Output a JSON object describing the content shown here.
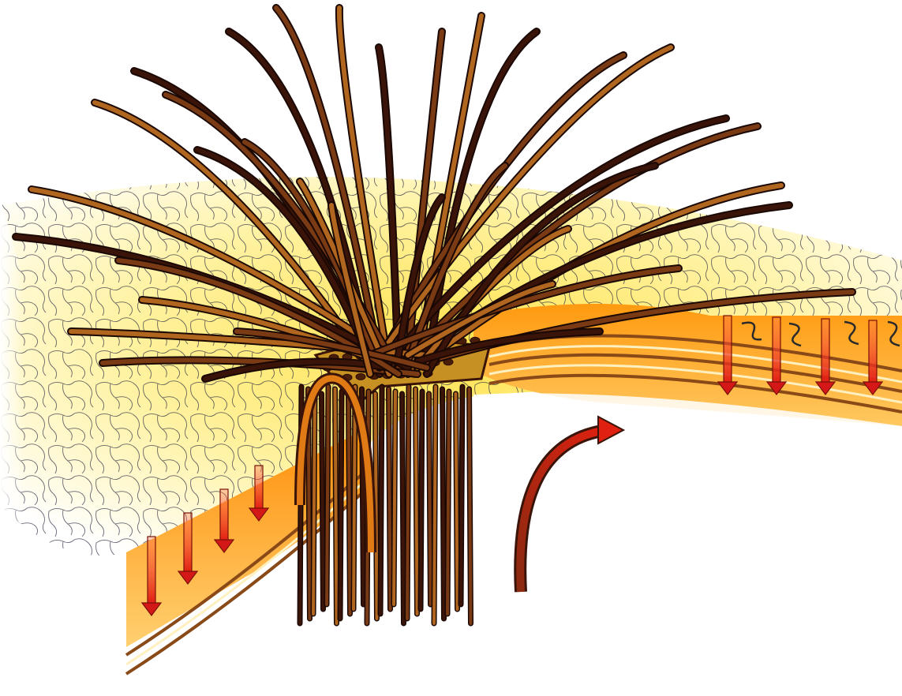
{
  "diagram": {
    "kind": "cross-section illustration (no visible text)",
    "colors": {
      "background": "#ffffff",
      "surface_yellow": "#fbe45c",
      "surface_orange": "#ff9a10",
      "layer_band": "#f08a10",
      "fibre_dark": "#3a1408",
      "fibre_mid": "#7a3a14",
      "fibre_light": "#b0661e",
      "pore_fill": "#e0b020",
      "arrow_red": "#d41818",
      "cell_outline": "#2a2a40"
    },
    "icons": [
      "downward-flow-arrow",
      "curved-flow-arrow",
      "swirl-arrow"
    ]
  }
}
